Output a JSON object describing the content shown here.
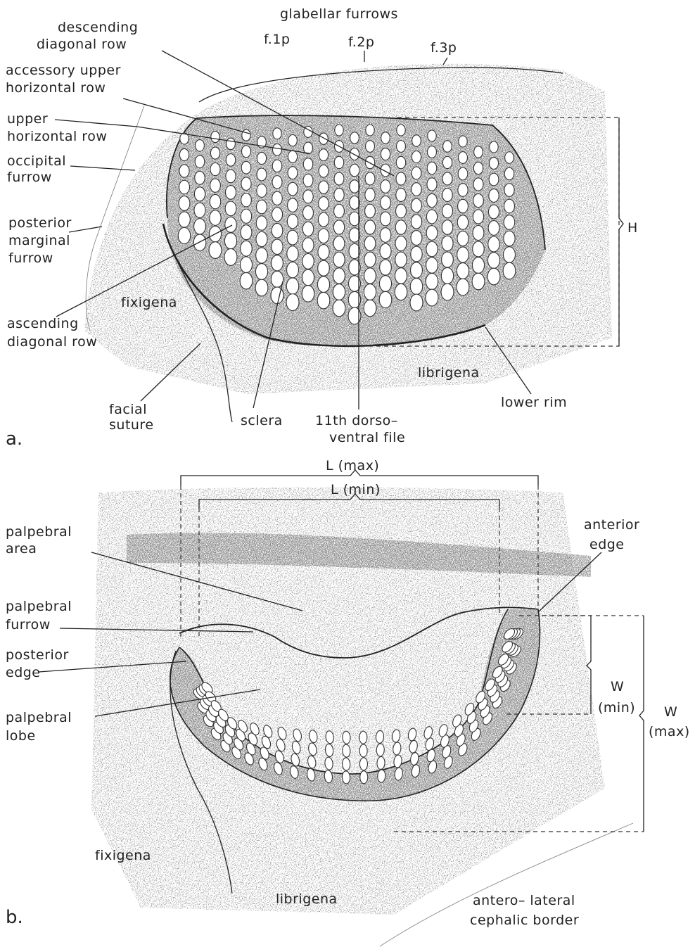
{
  "panel_a": {
    "letter": "a.",
    "labels": {
      "glabellar_furrows": "glabellar furrows",
      "f1p": "f.1p",
      "f2p": "f.2p",
      "f3p": "f.3p",
      "descending_diagonal_row": [
        "descending",
        "diagonal   row"
      ],
      "accessory_upper_horizontal_row": [
        "accessory upper",
        "horizontal  row"
      ],
      "upper_horizontal_row": [
        "upper",
        "horizontal  row"
      ],
      "occipital_furrow": [
        "occipital",
        "furrow"
      ],
      "posterior_marginal_furrow": [
        "posterior",
        "marginal",
        "furrow"
      ],
      "fixigena": "fixigena",
      "ascending_diagonal_row": [
        "ascending",
        "diagonal row"
      ],
      "facial_suture": [
        "facial",
        "suture"
      ],
      "sclera": "sclera",
      "eleventh_dorso_ventral_file": [
        "11th dorso–",
        "ventral file"
      ],
      "librigena": "librigena",
      "lower_rim": "lower rim",
      "H": "H"
    }
  },
  "panel_b": {
    "letter": "b.",
    "labels": {
      "L_max": "L (max)",
      "L_min": "L (min)",
      "palpebral_area": [
        "palpebral",
        "area"
      ],
      "palpebral_furrow": [
        "palpebral",
        "furrow"
      ],
      "posterior_edge": [
        "posterior",
        "edge"
      ],
      "palpebral_lobe": [
        "palpebral",
        "lobe"
      ],
      "anterior_edge": [
        "anterior",
        "edge"
      ],
      "W_min": [
        "W",
        "(min)"
      ],
      "W_max": [
        "W",
        "(max)"
      ],
      "fixigena": "fixigena",
      "librigena": "librigena",
      "antero_lateral_cephalic_border": [
        "antero– lateral",
        "cephalic border"
      ]
    }
  },
  "colors": {
    "ink": "#222222",
    "stipple": "#9a9a9a",
    "background": "#ffffff"
  }
}
